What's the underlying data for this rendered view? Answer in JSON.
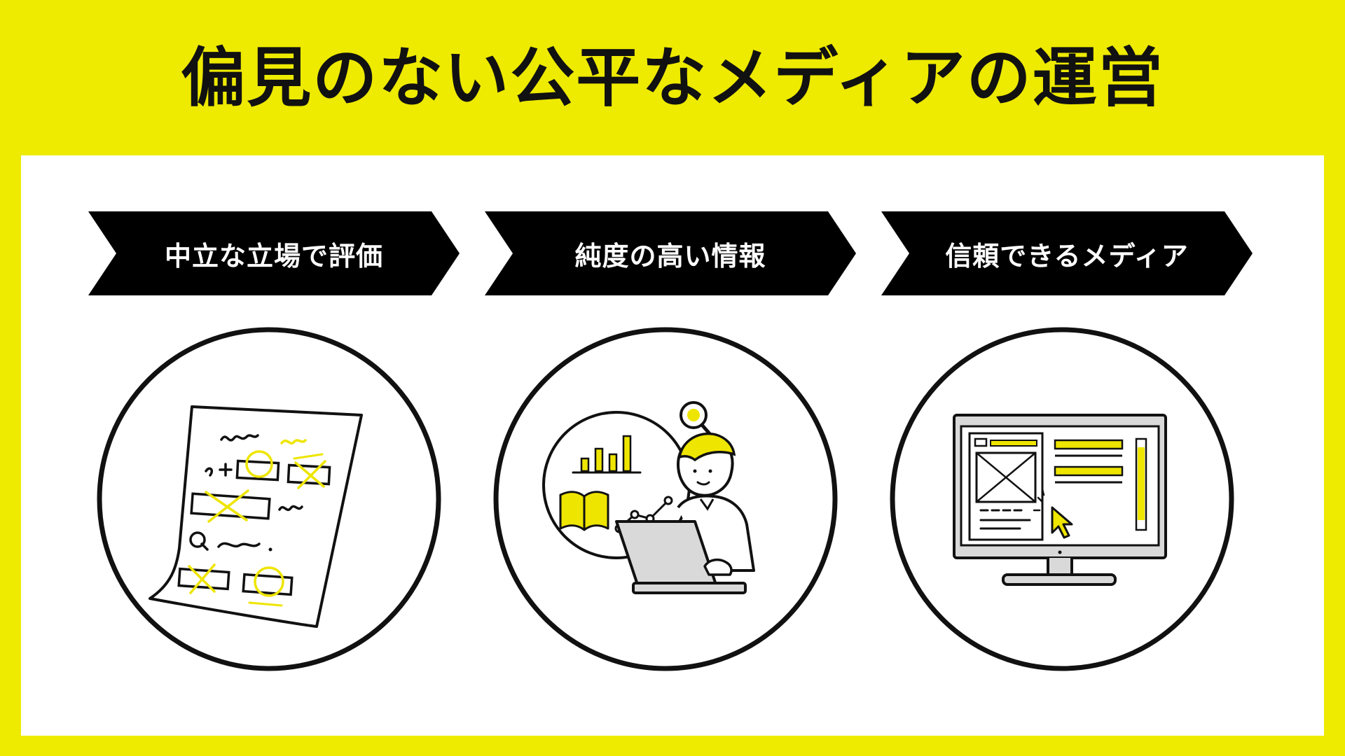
{
  "title": "偏見のない公平なメディアの運営",
  "colors": {
    "background": "#EEEA00",
    "accent": "#EEE500",
    "panel": "#FFFFFF",
    "ink": "#111111",
    "banner": "#000000",
    "banner_text": "#FFFFFF",
    "screen_gray": "#D9D9D9"
  },
  "steps": [
    {
      "label": "中立な立場で評価",
      "icon": "evaluation-sheet-icon"
    },
    {
      "label": "純度の高い情報",
      "icon": "research-person-icon"
    },
    {
      "label": "信頼できるメディア",
      "icon": "website-monitor-icon"
    }
  ]
}
